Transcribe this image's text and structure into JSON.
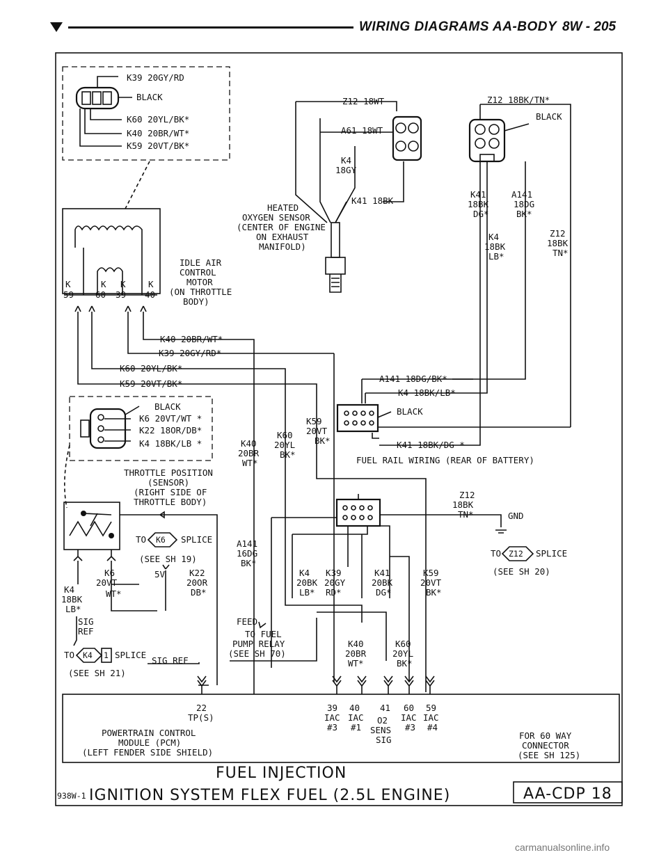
{
  "header": {
    "title": "WIRING DIAGRAMS AA-BODY",
    "page": "8W - 205"
  },
  "iac_connector": {
    "wires": [
      "K39 20GY/RD",
      "BLACK",
      "K60 20YL/BK*",
      "K40 20BR/WT*",
      "K59 20VT/BK*"
    ]
  },
  "idle_air_motor": {
    "label": [
      "IDLE AIR",
      "CONTROL",
      "MOTOR",
      "(ON THROTTLE",
      "BODY)"
    ],
    "pins": [
      "K",
      "K",
      "K",
      "K",
      "59",
      "60",
      "39",
      "40"
    ]
  },
  "runs": [
    "K40 20BR/WT*",
    "K39 20GY/RD*",
    "K60 20YL/BK*",
    "K59 20VT/BK*"
  ],
  "oxygen_sensor": {
    "wires": [
      "Z12 18WT",
      "A61 18WT",
      "K4",
      "18GY",
      "K41 18BK"
    ],
    "label": [
      "HEATED",
      "OXYGEN SENSOR",
      "(CENTER OF ENGINE",
      "ON EXHAUST",
      "MANIFOLD)"
    ]
  },
  "right_connector": {
    "wires": [
      "Z12 18BK/TN*",
      "BLACK",
      "K41",
      "18BK",
      "DG*",
      "A141",
      "18DG",
      "BK*",
      "K4",
      "18BK",
      "LB*",
      "Z12",
      "18BK",
      "TN*"
    ]
  },
  "fuel_rail": {
    "wires": [
      "A141 18DG/BK*",
      "K4 18BK/LB*",
      "BLACK",
      "K41 18BK/DG *"
    ],
    "label": "FUEL RAIL WIRING (REAR OF BATTERY)"
  },
  "tps_connector": {
    "wires": [
      "BLACK",
      "K6 20VT/WT *",
      "K22 18OR/DB*",
      "K4 18BK/LB *"
    ],
    "label": [
      "THROTTLE POSITION",
      "(SENSOR)",
      "(RIGHT SIDE OF",
      "THROTTLE BODY)"
    ]
  },
  "mid_labels": {
    "k59": [
      "K59",
      "20VT",
      "BK*"
    ],
    "k60": [
      "K60",
      "20YL",
      "BK*"
    ],
    "k40": [
      "K40",
      "20BR",
      "WT*"
    ],
    "a141": [
      "A141",
      "16DG",
      "BK*"
    ],
    "k22": [
      "K22",
      "20OR",
      "DB*"
    ],
    "k6": [
      "K6",
      "20VT",
      "WT*"
    ],
    "k4": [
      "K4",
      "18BK",
      "LB*"
    ],
    "sig_ref": [
      "SIG",
      "REF"
    ],
    "five_v": "5V"
  },
  "splices": {
    "k6": {
      "tag": "K6",
      "text": "SPLICE",
      "prefix": "TO",
      "see": "(SEE SH 19)"
    },
    "z12": {
      "tag": "Z12",
      "text": "SPLICE",
      "prefix": "TO",
      "see": "(SEE SH 20)"
    },
    "k4": {
      "tag": "K4",
      "suffix": "1",
      "text": "SPLICE",
      "prefix": "TO",
      "see": "(SEE SH 21)"
    },
    "sig_ref_label": "SIG REF"
  },
  "lower_connector": {
    "z12": [
      "Z12",
      "18BK",
      "TN*"
    ],
    "gnd": "GND",
    "wires": [
      [
        "K4",
        "20BK",
        "LB*"
      ],
      [
        "K39",
        "20GY",
        "RD*"
      ],
      [
        "K41",
        "20BK",
        "DG*"
      ],
      [
        "K59",
        "20VT",
        "BK*"
      ]
    ],
    "wires2": [
      [
        "K40",
        "20BR",
        "WT*"
      ],
      [
        "K60",
        "20YL",
        "BK*"
      ]
    ]
  },
  "fuel_pump": {
    "feed": "FEED",
    "label": [
      "TO FUEL",
      "PUMP RELAY",
      "(SEE SH 70)"
    ]
  },
  "pcm": {
    "pin22": [
      "22",
      "TP(S)"
    ],
    "pins": [
      [
        "39",
        "IAC",
        "#3"
      ],
      [
        "40",
        "IAC",
        "#1"
      ],
      [
        "41",
        "O2",
        "SENS",
        "SIG"
      ],
      [
        "60",
        "IAC",
        "#3"
      ],
      [
        "59",
        "IAC",
        "#4"
      ]
    ],
    "label": [
      "POWERTRAIN CONTROL",
      "MODULE (PCM)",
      "(LEFT FENDER SIDE SHIELD)"
    ],
    "connector": [
      "FOR 60 WAY",
      "CONNECTOR",
      "(SEE SH 125)"
    ]
  },
  "title_block": {
    "line1": "FUEL INJECTION",
    "code": "938W-1",
    "line2": "IGNITION SYSTEM FLEX FUEL (2.5L ENGINE)",
    "ref": "AA-CDP 18"
  },
  "watermark": "carmanualsonline.info"
}
